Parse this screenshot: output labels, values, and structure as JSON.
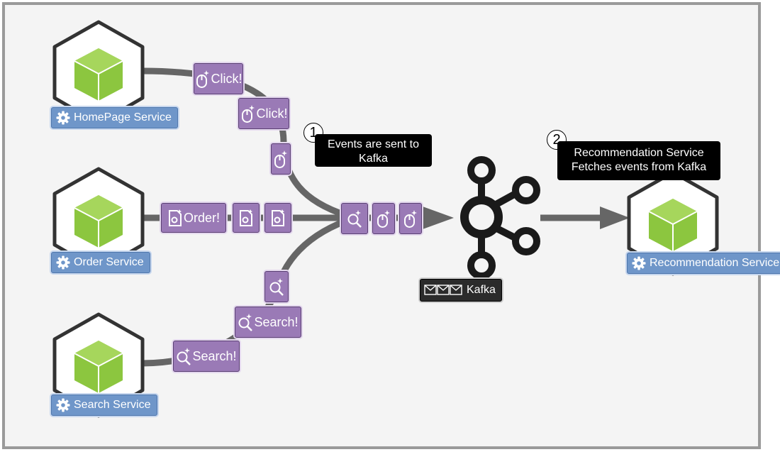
{
  "services": {
    "homepage": {
      "label": "HomePage Service",
      "icon": "gear-icon"
    },
    "order": {
      "label": "Order Service",
      "icon": "gear-icon"
    },
    "search": {
      "label": "Search Service",
      "icon": "gear-icon"
    },
    "recommendation": {
      "label": "Recommendation Service",
      "icon": "gear-icon"
    }
  },
  "events": {
    "click": "Click!",
    "order": "Order!",
    "search": "Search!"
  },
  "kafka": {
    "label": "Kafka",
    "icon": "envelopes-icon"
  },
  "callouts": {
    "step1": {
      "number": "1",
      "text_line1": "Events are sent to",
      "text_line2": "Kafka"
    },
    "step2": {
      "number": "2",
      "text_line1": "Recommendation Service",
      "text_line2": "Fetches events from Kafka"
    }
  },
  "colors": {
    "event_fill": "#9a7ab6",
    "service_label_fill": "#6f96c9",
    "cube_green": "#8cc63f",
    "arrow_gray": "#666666",
    "canvas_bg": "#f4f4f4"
  }
}
